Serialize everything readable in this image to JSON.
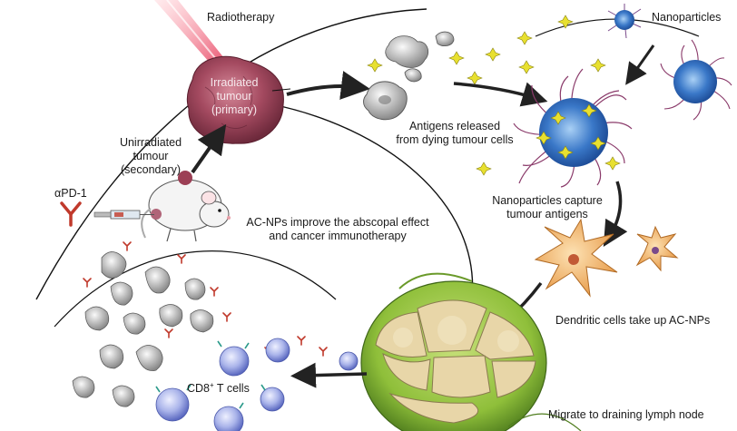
{
  "labels": {
    "radiotherapy": "Radiotherapy",
    "irradiated_tumour_line1": "Irradiated",
    "irradiated_tumour_line2": "tumour",
    "irradiated_tumour_line3": "(primary)",
    "unirradiated_line1": "Unirradiated",
    "unirradiated_line2": "tumour",
    "unirradiated_line3": "(secondary)",
    "apd1": "αPD-1",
    "antigens_line1": "Antigens released",
    "antigens_line2": "from dying tumour cells",
    "nanoparticles": "Nanoparticles",
    "capture_line1": "Nanoparticles capture",
    "capture_line2": "tumour antigens",
    "acnp_line1": "AC-NPs improve the abscopal effect",
    "acnp_line2": "and cancer immunotherapy",
    "dendritic": "Dendritic cells take up AC-NPs",
    "migrate": "Migrate to draining lymph node",
    "cd8_prefix": "CD8",
    "cd8_sup": "+",
    "cd8_suffix": " T cells"
  },
  "colors": {
    "tumour": "#9c3f55",
    "nanoparticle_core": "#3a78c8",
    "nanoparticle_arms": "#8a4a7a",
    "antigen": "#e8e030",
    "dendritic_cell": "#f0b868",
    "lymph_node": "#8fbf3a",
    "t_cell": "#6f7fd0",
    "antibody": "#c0392b",
    "arrow": "#222222"
  }
}
